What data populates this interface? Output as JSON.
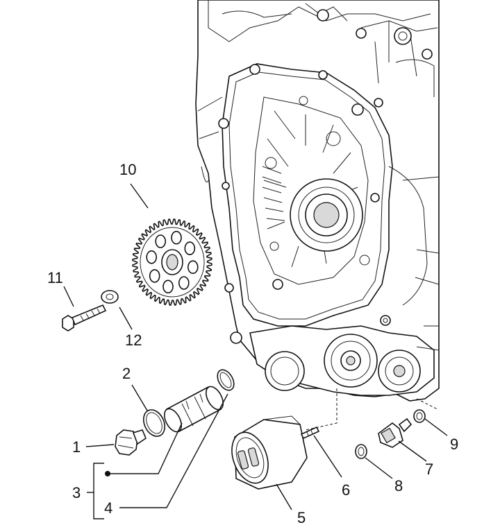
{
  "diagram": {
    "callouts": [
      {
        "id": "1",
        "label": "1"
      },
      {
        "id": "2",
        "label": "2"
      },
      {
        "id": "3",
        "label": "3"
      },
      {
        "id": "4",
        "label": "4"
      },
      {
        "id": "5",
        "label": "5"
      },
      {
        "id": "6",
        "label": "6"
      },
      {
        "id": "7",
        "label": "7"
      },
      {
        "id": "8",
        "label": "8"
      },
      {
        "id": "9",
        "label": "9"
      },
      {
        "id": "10",
        "label": "10"
      },
      {
        "id": "11",
        "label": "11"
      },
      {
        "id": "12",
        "label": "12"
      }
    ],
    "parts": [
      "crankcase",
      "starter-gear",
      "bolt",
      "washer",
      "drain-plug",
      "o-ring",
      "oil-filter-screen",
      "o-ring-seal",
      "oil-filter",
      "stud",
      "oil-pressure-switch",
      "sealing-ring",
      "copper-washer"
    ]
  }
}
